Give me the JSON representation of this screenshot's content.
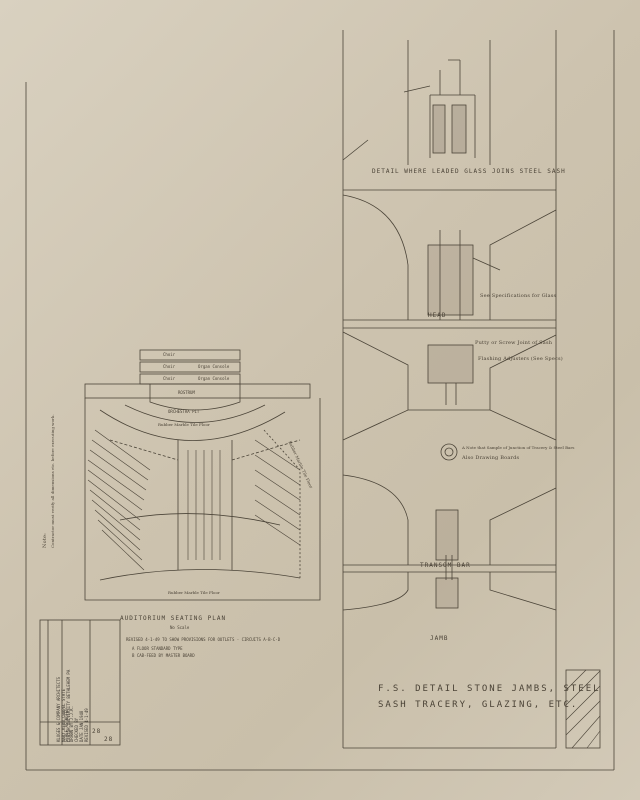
{
  "detail_sheet": {
    "head_detail_title": "DETAIL WHERE LEADED GLASS JOINS STEEL SASH",
    "head_label": "HEAD",
    "transom_label": "TRANSOM BAR",
    "jamb_label": "JAMB",
    "title_line1": "F.S. DETAIL STONE JAMBS, STEEL",
    "title_line2": "SASH TRACERY, GLAZING, ETC.",
    "note_construction": "See Specifications for Glass",
    "note_putty": "Putty or Screw Joint of Sash",
    "note_adjuster": "Flashing Adjusters (See Specs)",
    "note_detail_samples": "A Note that Sample of Junction of Tracery & Steel Bars",
    "note_detail_samples2": "Also Drawing Boards"
  },
  "seating_plan": {
    "title": "AUDITORIUM SEATING PLAN",
    "scale": "No Scale",
    "revised_note": "REVISED 4-1-49 TO SHOW PROVISIONS FOR OUTLETS - CIRCUITS A-B-C-D",
    "revision_items": [
      "A FLOOR STANDARD TYPE",
      "B CAB-FEED BY MASTER BOARD"
    ],
    "side_note": "Contractor must verify all dimensions etc. before executing work.",
    "side_note_head": "Note:",
    "rubber_tile_1": "Rubber Marble Tile Floor",
    "rubber_tile_2": "Rubber Marble Tile Floor",
    "rubber_tile_3": "Rubber Marble Tile Floor",
    "orchestra": "ORCHESTRA PIT",
    "rostrum": "ROSTRUM",
    "stage_rows": [
      "Choir",
      "Choir",
      "Choir"
    ],
    "stage_side": [
      "Organ Console",
      "Organ Console"
    ],
    "rubber_marble_note": "Rubber Marble Tile Floor"
  },
  "title_block": {
    "firm_lines": [
      "KLUGES & COMPANY ARCHITECTS",
      "MARY KERN CHAPEL STATE",
      "LEHIGH UNIVERSITY BETHLEHEM PA"
    ],
    "info_lines": [
      "SCALE AS NOTED",
      "DRAWN BY  J.J.K.",
      "CHECKED BY",
      "DATE  JAN 1948",
      "REVISED 4-1-49"
    ],
    "sheet_no": "28",
    "sheet_of": "28"
  }
}
